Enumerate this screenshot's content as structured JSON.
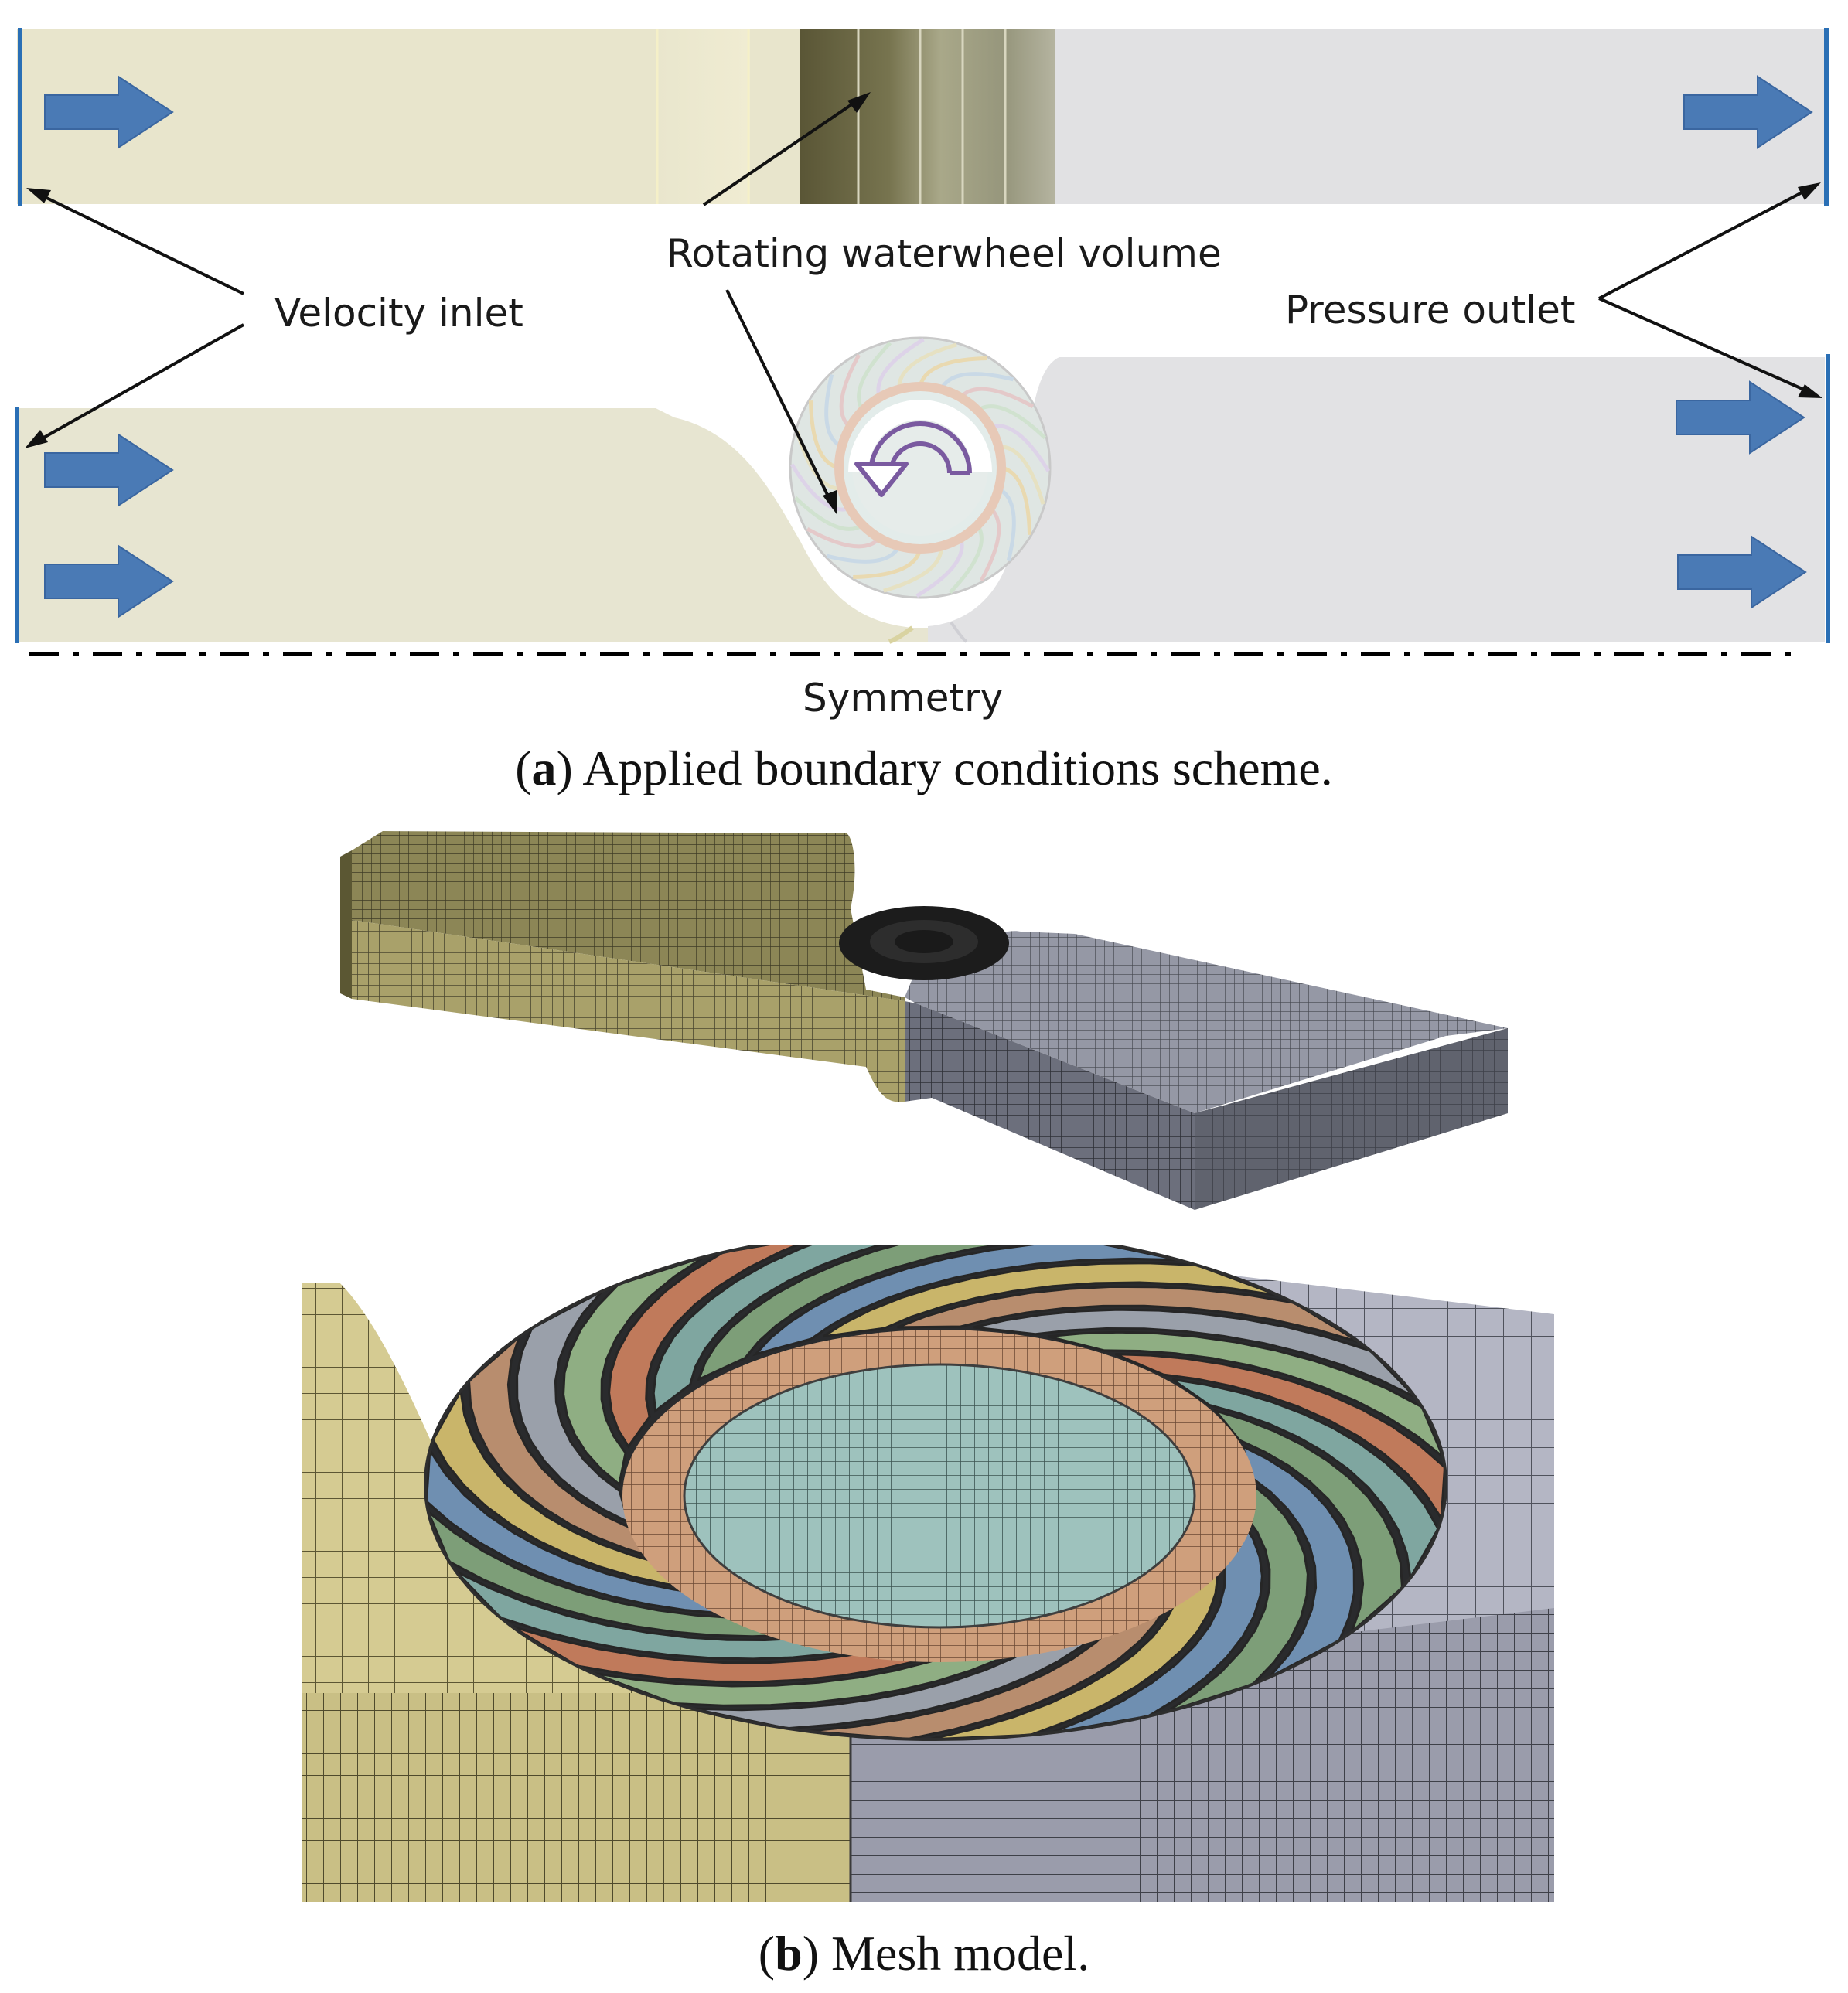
{
  "panel_a": {
    "labels": {
      "rotating": "Rotating waterwheel volume",
      "velocity_inlet": "Velocity inlet",
      "pressure_outlet": "Pressure outlet",
      "symmetry": "Symmetry"
    },
    "caption": {
      "open": "(",
      "letter": "a",
      "text": ") Applied boundary conditions scheme."
    }
  },
  "panel_b": {
    "caption": {
      "open": "(",
      "letter": "b",
      "text": ") Mesh model."
    }
  },
  "colors": {
    "inlet_region": "#e6e4d3",
    "outlet_region": "#e2e2e4",
    "boundary_line": "#2a6fb5",
    "flow_arrow": "#4a7ab5",
    "rotation_arrow": "#7a5aa0",
    "mesh_yellow": "#cfc48c",
    "mesh_grey": "#aeb0bf",
    "rotor_core": "#8fb5b2",
    "rotor_ring": "#c89b7c"
  }
}
